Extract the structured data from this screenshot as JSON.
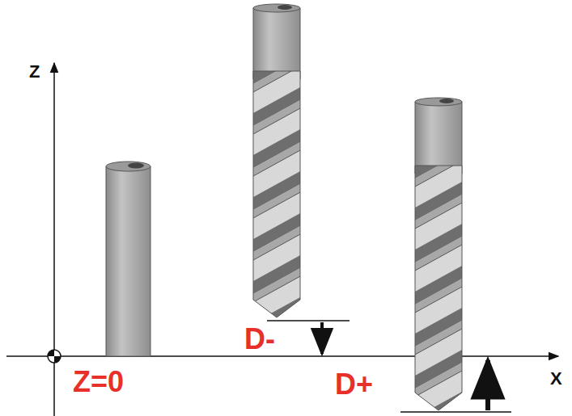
{
  "diagram": {
    "labels": [
      "Z",
      "X",
      "Z=0",
      "D-",
      "D+"
    ]
  }
}
